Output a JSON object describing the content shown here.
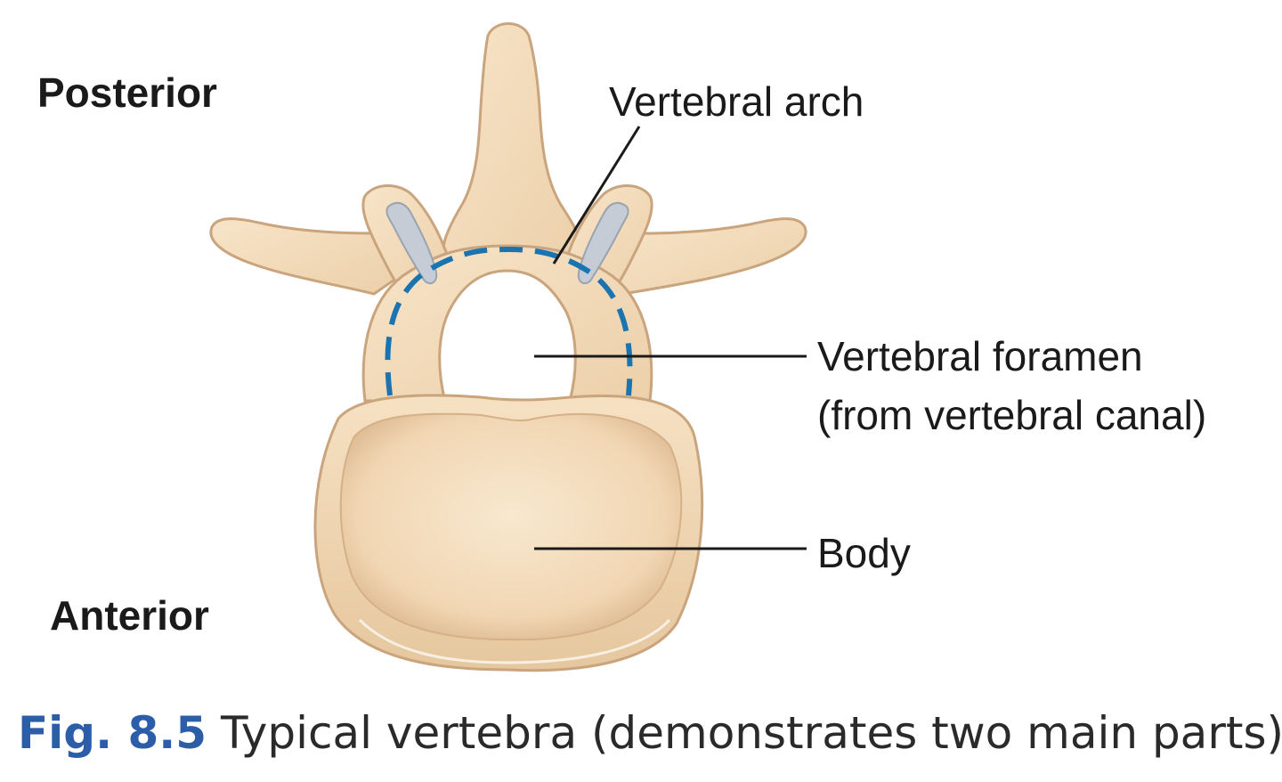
{
  "orientation": {
    "posterior": "Posterior",
    "anterior": "Anterior"
  },
  "callouts": {
    "vertebral_arch": "Vertebral arch",
    "vertebral_foramen_line1": "Vertebral foramen",
    "vertebral_foramen_line2": "(from vertebral canal)",
    "body": "Body"
  },
  "caption": {
    "number": "Fig. 8.5",
    "text": "Typical vertebra (demonstrates two main parts)"
  },
  "colors": {
    "bone": "#f4ddbd",
    "bone_outline": "#c9a47c",
    "bone_shadow": "#e3c49c",
    "cartilage": "#c5ccd6",
    "dashed_arch": "#1a74b0",
    "caption_number": "#2c5da8",
    "text": "#1a1a1a"
  }
}
